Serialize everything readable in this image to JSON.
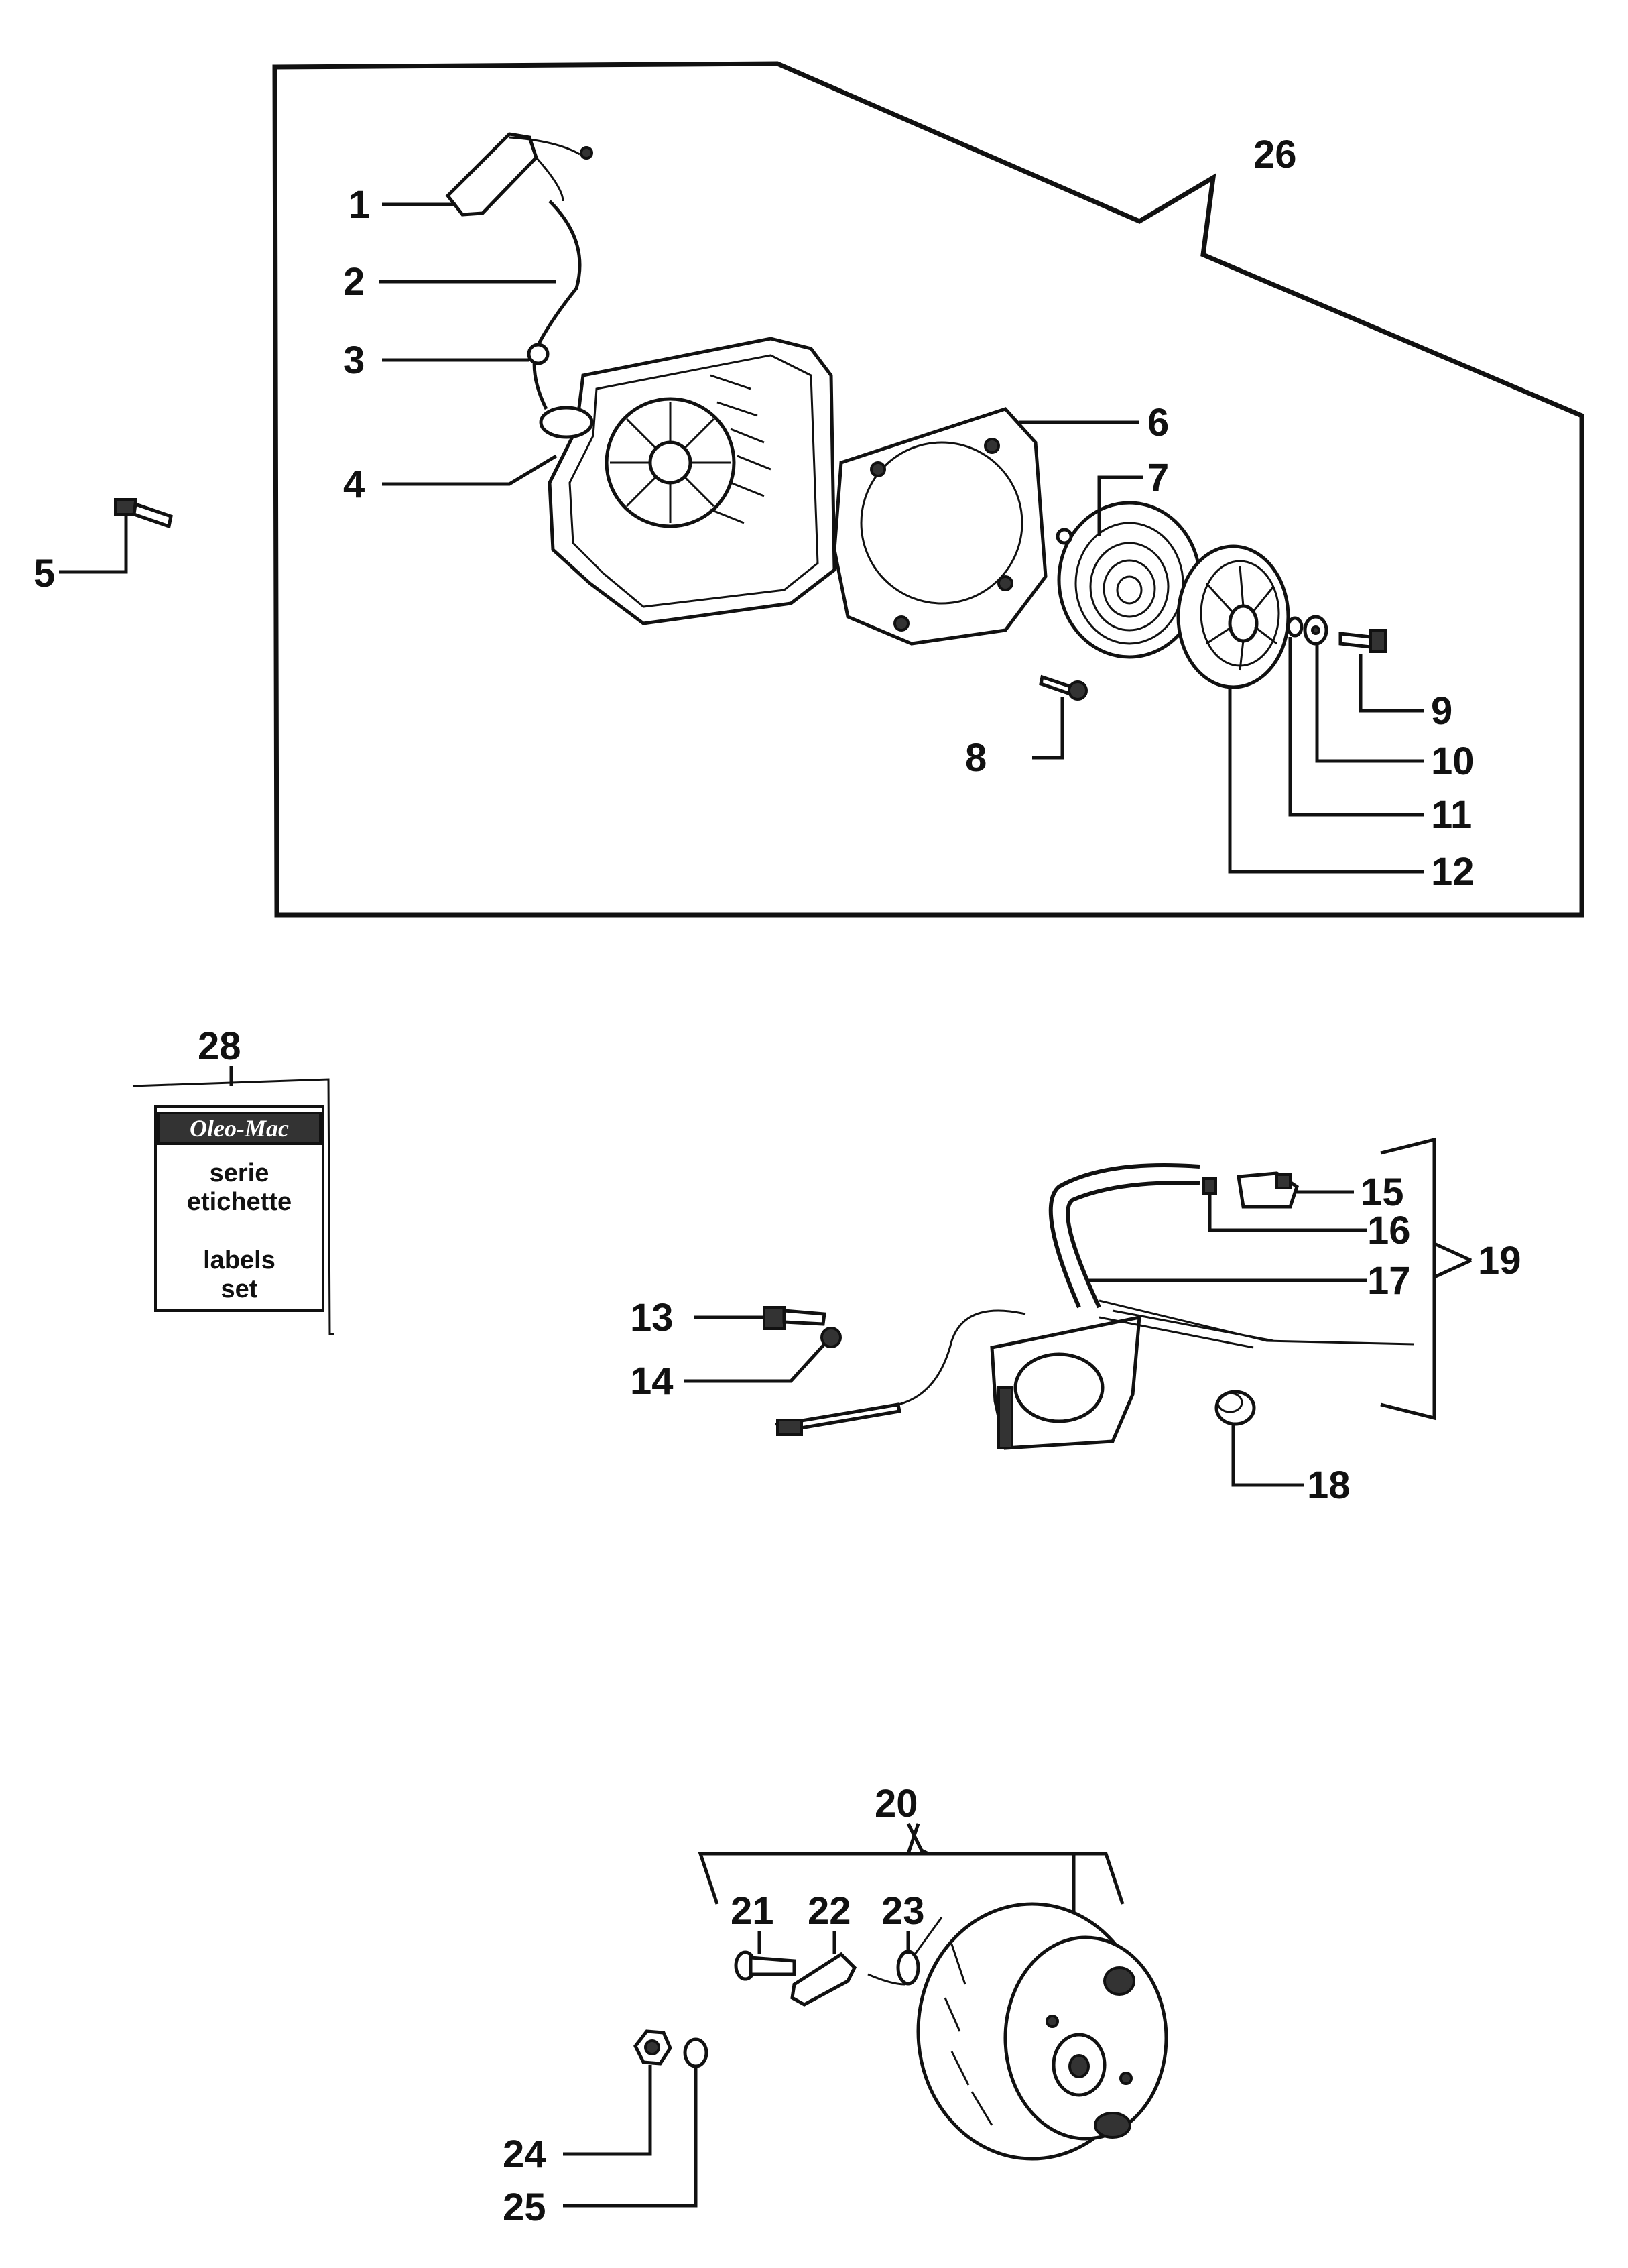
{
  "callouts": [
    "1",
    "2",
    "3",
    "4",
    "5",
    "6",
    "7",
    "8",
    "9",
    "10",
    "11",
    "12",
    "13",
    "14",
    "15",
    "16",
    "17",
    "18",
    "19",
    "20",
    "21",
    "22",
    "23",
    "24",
    "25",
    "26",
    "28"
  ],
  "label_card": {
    "brand": "Oleo-Mac",
    "line1": "serie",
    "line2": "etichette",
    "line3": "labels",
    "line4": "set"
  }
}
